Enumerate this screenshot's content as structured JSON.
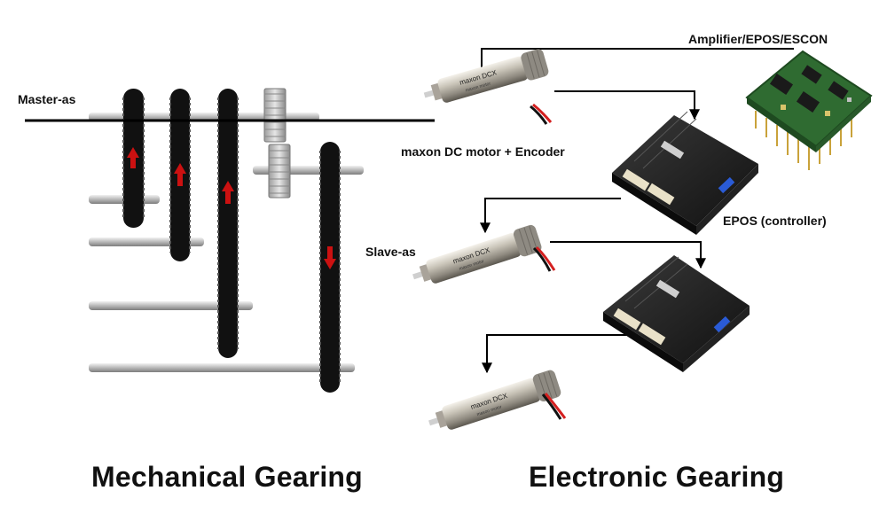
{
  "labels": {
    "master_shaft": "Master-as",
    "motor_master": "maxon DC motor + Encoder",
    "amplifier": "Amplifier/EPOS/ESCON",
    "epos_controller": "EPOS (controller)",
    "slave_shaft": "Slave-as"
  },
  "motor_print": {
    "brand": "maxon DCX",
    "subtitle": "maxon motor"
  },
  "headings": {
    "mechanical": "Mechanical Gearing",
    "electronic": "Electronic Gearing"
  },
  "belt_arrows": {
    "belt_1": "up",
    "belt_2": "up",
    "belt_3": "up",
    "belt_4": "down"
  },
  "colors": {
    "arrow_red": "#cc1111",
    "wire_red": "#d42020",
    "belt": "#111111",
    "pcb_green": "#2f6b31"
  }
}
